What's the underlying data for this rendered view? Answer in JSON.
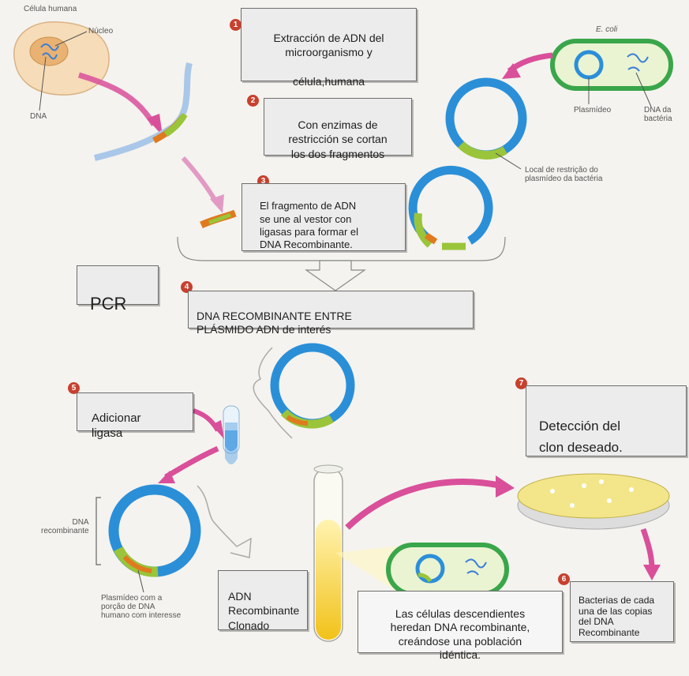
{
  "labels": {
    "human_cell": "Célula humana",
    "nucleus": "Núcleo",
    "dna": "DNA",
    "ecoli": "E. coli",
    "plasmid": "Plasmídeo",
    "bacterial_dna": "DNA da\nbactéria",
    "restriction_site": "Local de restrição do\nplasmídeo da bactéria",
    "recombinant_dna": "DNA\nrecombinante",
    "plasmid_with_human": "Plasmídeo com a\nporção de DNA\nhumano com interesse"
  },
  "steps": [
    "1",
    "2",
    "3",
    "4",
    "5",
    "6",
    "7"
  ],
  "boxes": {
    "b1": "Extracción de ADN del\nmicroorganismo y\n\ncélula,humana",
    "b2": "Con enzimas de\nrestricción se cortan\nlos dos fragmentos",
    "b3": "El fragmento de ADN\nse une al vestor con\nligasas para formar el\nDNA Recombinante.",
    "pcr": "PCR",
    "b4": "DNA RECOMBINANTE ENTRE\nPLÁSMIDO ADN de interés",
    "b5": "Adicionar\nligasa",
    "b7": "Detección del\nclon deseado.",
    "clonado": "ADN\nRecombinante\nClonado",
    "celulas": "Las células descendientes\nheredan DNA recombinante,\ncreándose una población\nidéntica.",
    "b6": "Bacterias de cada\nuna de las copias\ndel DNA\nRecombinante"
  },
  "colors": {
    "dna_blue": "#2b8fd8",
    "insert_green": "#9ac43a",
    "insert_orange": "#e07a1f",
    "arrow_pink": "#d94f9a",
    "bacteria_green": "#3aa64a",
    "step_red": "#c8402e"
  }
}
